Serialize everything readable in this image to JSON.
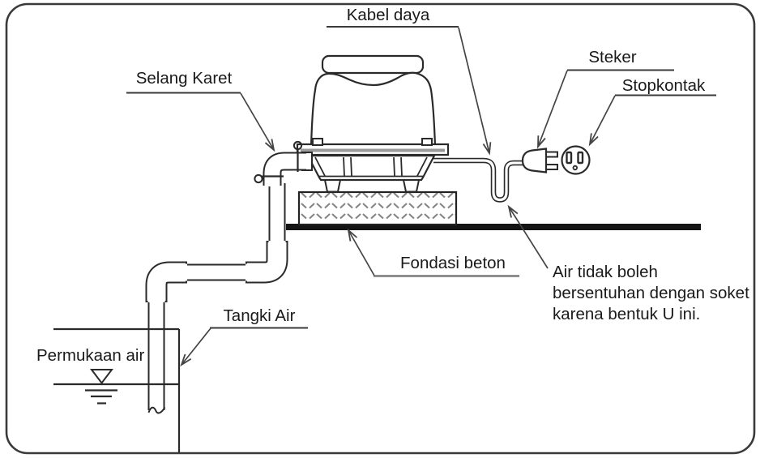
{
  "diagram": {
    "type": "air-pump-installation-diagram",
    "labels": {
      "power_cable": "Kabel daya",
      "plug": "Steker",
      "outlet": "Stopkontak",
      "rubber_hose": "Selang Karet",
      "concrete_foundation": "Fondasi beton",
      "water_tank": "Tangki Air",
      "water_surface": "Permukaan air"
    },
    "note": {
      "lines": [
        "Air tidak boleh",
        "bersentuhan dengan soket",
        "karena bentuk U ini."
      ]
    },
    "colors": {
      "line": "#2a2a2a",
      "ground_line": "#141414",
      "label_text": "#1a1a1a",
      "leader": "#444444",
      "underline": "#3a3a3a",
      "underline_gray": "#8f8f8f",
      "foundation_hatch": "#848484",
      "background": "#ffffff"
    }
  }
}
